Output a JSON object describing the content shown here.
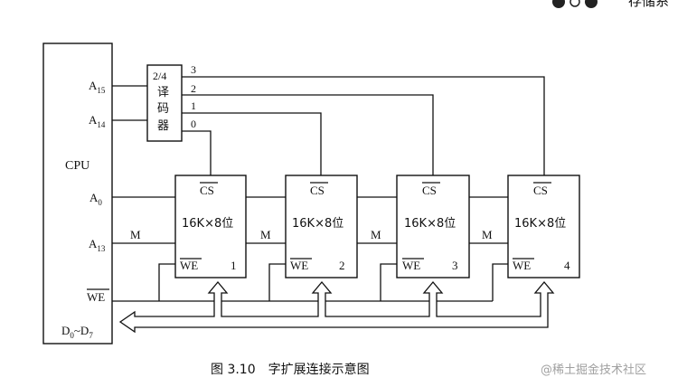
{
  "header": {
    "top_right_fragment": "存储系"
  },
  "cpu": {
    "label": "CPU",
    "a15": "A15",
    "a14": "A14",
    "a0": "A0",
    "a13": "A13",
    "we": "WE",
    "data_bus": "D0~D7"
  },
  "decoder": {
    "title": "2/4",
    "chars": [
      "译",
      "码",
      "器"
    ],
    "outputs": [
      "3",
      "2",
      "1",
      "0"
    ]
  },
  "chips": [
    {
      "cs": "CS",
      "capacity": "16K×8位",
      "we": "WE",
      "index": "1",
      "m": "M"
    },
    {
      "cs": "CS",
      "capacity": "16K×8位",
      "we": "WE",
      "index": "2",
      "m": "M"
    },
    {
      "cs": "CS",
      "capacity": "16K×8位",
      "we": "WE",
      "index": "3",
      "m": "M"
    },
    {
      "cs": "CS",
      "capacity": "16K×8位",
      "we": "WE",
      "index": "4",
      "m": "M"
    }
  ],
  "caption": "图 3.10　字扩展连接示意图",
  "watermark": "@稀土掘金技术社区"
}
